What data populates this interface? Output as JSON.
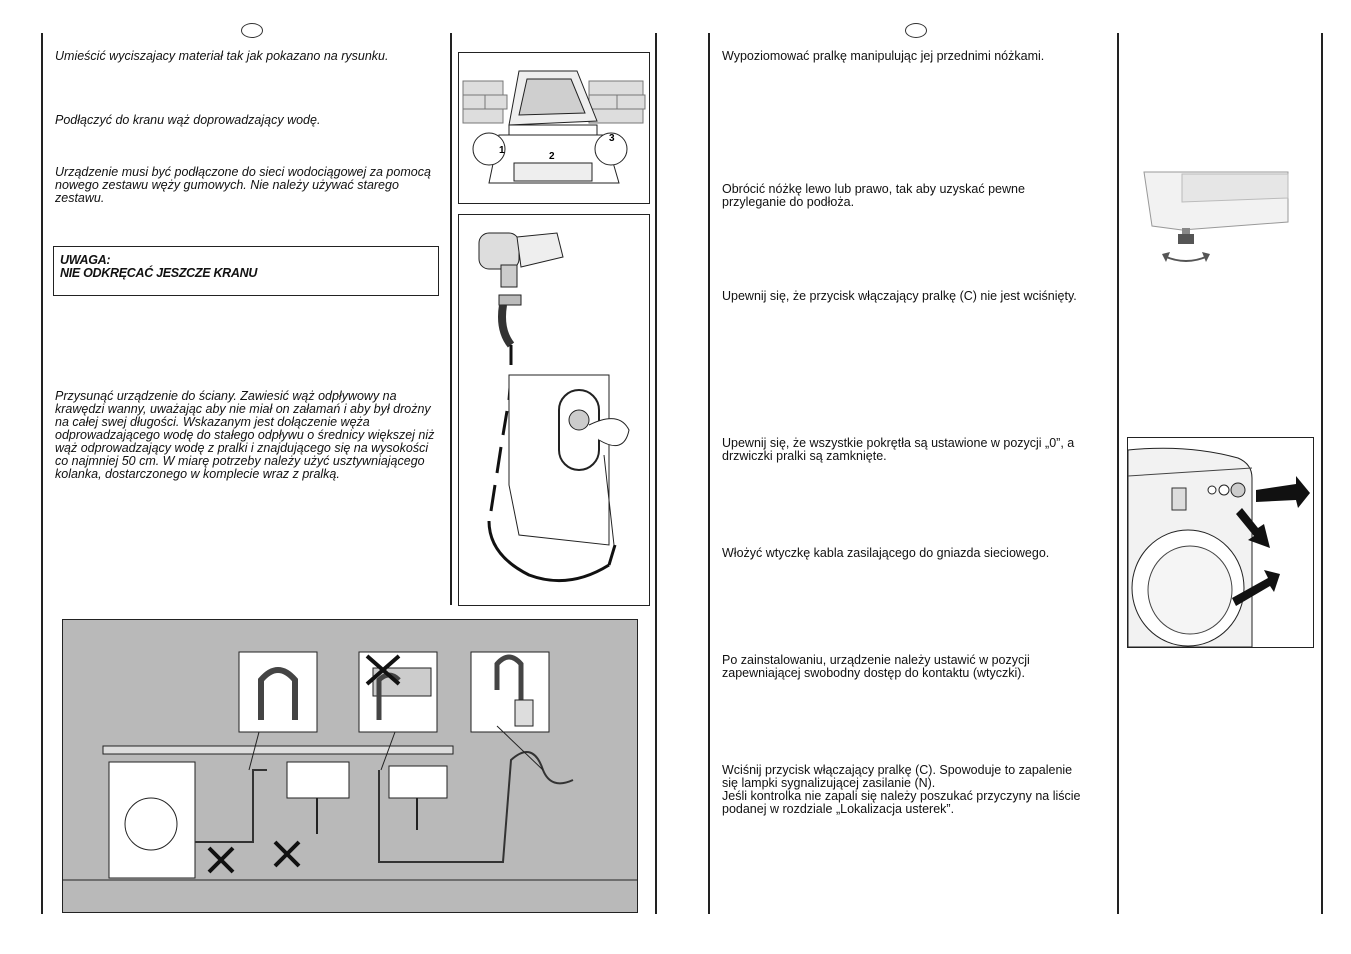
{
  "left_page": {
    "paragraphs": [
      "Umieścić wyciszajacy materiał tak jak pokazano na rysunku.",
      "Podłączyć do kranu wąż doprowadzający wodę.",
      "Urządzenie musi być podłączone do sieci wodociągowej za pomocą nowego zestawu węży gumowych. Nie należy używać starego zestawu.",
      "Przysunąć urządzenie do ściany. Zawiesić wąż odpływowy na krawędzi wanny, uważając aby nie miał on załamań i aby był drożny na całej swej długości. Wskazanym jest dołączenie węża odprowadzającego wodę do stałego odpływu o średnicy większej niż wąż odprowadzający wodę z pralki i znajdującego się na wysokości co najmniej 50 cm. W miarę potrzeby należy użyć usztywniającego kolanka, dostarczonego w komplecie wraz z pralką."
    ],
    "warning": {
      "line1": "UWAGA:",
      "line2": "NIE ODKRĘCAĆ JESZCZE KRANU"
    },
    "figure_labels": [
      "1",
      "2",
      "3"
    ]
  },
  "right_page": {
    "paragraphs": [
      "Wypoziomować pralkę manipulując jej przednimi nóżkami.",
      "Obrócić nóżkę lewo lub prawo, tak aby uzyskać pewne przyleganie do podłoża.",
      "Upewnij się, że przycisk włączający pralkę (C) nie jest wciśnięty.",
      "Upewnij się, że wszystkie pokrętła są ustawione w pozycji „0”, a drzwiczki pralki są zamknięte.",
      "Włożyć wtyczkę kabla zasilającego do gniazda sieciowego.",
      "Po zainstalowaniu, urządzenie należy ustawić w pozycji zapewniającej swobodny dostęp do kontaktu (wtyczki).",
      "Wciśnij przycisk włączający pralkę (C). Spowoduje to zapalenie się lampki sygnalizującej zasilanie (N).",
      "Jeśli kontrolka nie zapali się należy poszukać przyczyny na liście podanej w rozdziale „Lokalizacja usterek”."
    ]
  },
  "colors": {
    "figure_bg": "#b9b9b9",
    "line": "#222222"
  }
}
